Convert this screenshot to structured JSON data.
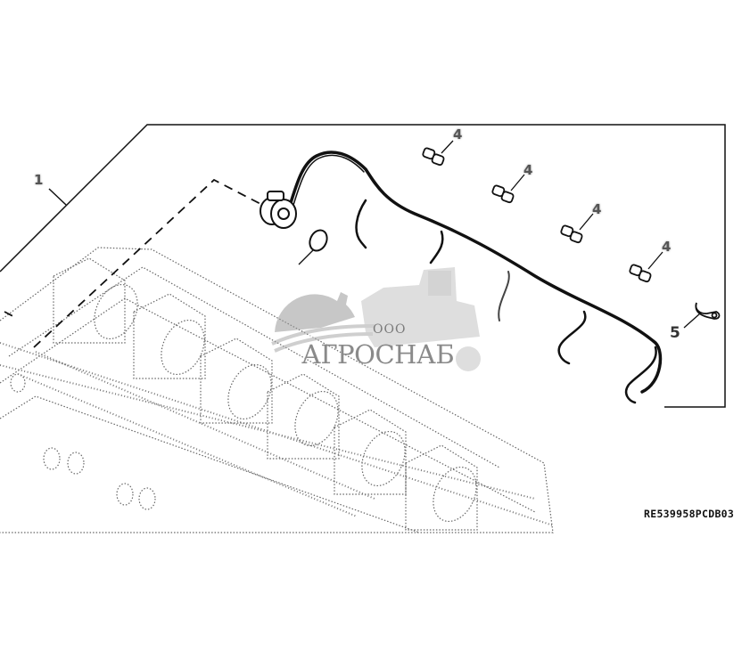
{
  "diagram": {
    "reference_code": "RE539958PCDB03",
    "callouts": [
      {
        "id": "1",
        "label": "1",
        "part": "wiring-harness-assembly"
      },
      {
        "id": "4a",
        "label": "4",
        "part": "clip"
      },
      {
        "id": "4b",
        "label": "4",
        "part": "clip"
      },
      {
        "id": "4c",
        "label": "4",
        "part": "clip"
      },
      {
        "id": "4d",
        "label": "4",
        "part": "clip"
      },
      {
        "id": "5",
        "label": "5",
        "part": "bracket-clamp"
      }
    ],
    "components": [
      "wiring-harness",
      "connector",
      "o-ring",
      "clips",
      "bracket",
      "engine-cylinder-head-phantom"
    ]
  },
  "watermark": {
    "company_prefix": "ООО",
    "company_name": "АГРОСНАБ"
  },
  "colors": {
    "line": "#111111",
    "phantom": "#555555",
    "watermark": "#8a8a8a",
    "background": "#ffffff"
  }
}
